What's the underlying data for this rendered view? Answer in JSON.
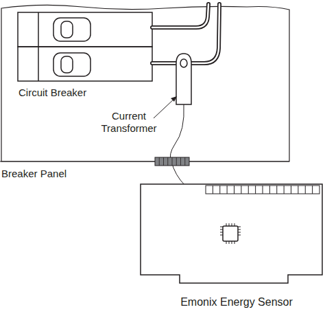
{
  "diagram": {
    "labels": [
      "Circuit Breaker",
      "Current Transformer",
      "Breaker Panel",
      "Emonix Energy Sensor"
    ]
  }
}
